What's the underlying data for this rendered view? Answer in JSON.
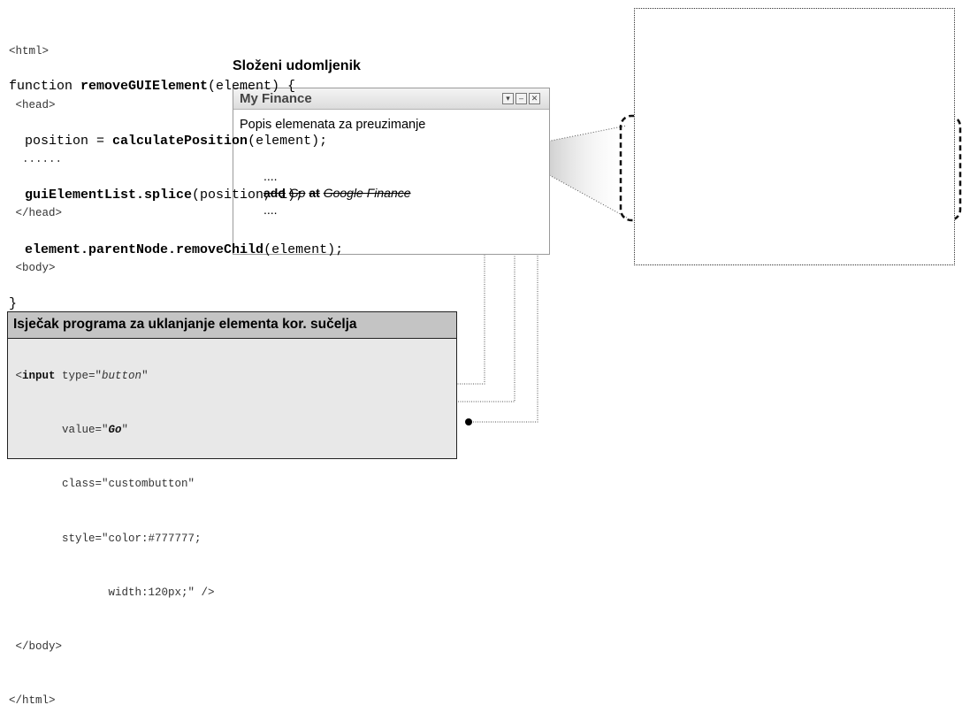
{
  "widget": {
    "caption": "Složeni udomljenik",
    "window_title": "My Finance",
    "subtitle": "Popis elemenata za preuzimanje",
    "scroll_items": {
      "dots_top": "....",
      "add": "add",
      "go": "Go",
      "at": "at",
      "google_finance": "Google Finance",
      "dots_bottom": "...."
    },
    "window_buttons": [
      "▾",
      "–",
      "✕"
    ]
  },
  "code": {
    "title": "Isječak programa za uklanjanje elementa kor. sučelja",
    "lines": [
      {
        "pre": "function ",
        "bold": "removeGUIElement",
        "post": "(element) {"
      },
      {
        "pre": "  position = ",
        "bold": "calculatePosition",
        "post": "(element);"
      },
      {
        "pre": "  ",
        "bold": "guiElementList.splice",
        "post": "(position, 1);"
      },
      {
        "pre": "  ",
        "bold": "element.parentNode.removeChild",
        "post": "(element);"
      },
      {
        "pre": "}",
        "bold": "",
        "post": ""
      }
    ]
  },
  "html_code": {
    "l1": "<html>",
    "l2": " <head>",
    "l3": "  ......",
    "l4": " </head>",
    "l5": " <body>",
    "l6_lt": " <",
    "l6_tag": "input",
    "l6_attr": " type=\"",
    "l6_val": "button",
    "l6_end": "\"",
    "l7_pre": "        value=\"",
    "l7_val": "Go",
    "l7_end": "\"",
    "l8": "        class=\"custombutton\"",
    "l9": "        style=\"color:#777777;",
    "l10": "               width:120px;\" />",
    "l11": " </body>",
    "l12": "</html>"
  },
  "colors": {
    "scroll_fill": "#d3d3d3",
    "code_header": "#c4c4c4",
    "code_body": "#e8e8e8",
    "cross": "#333333"
  }
}
